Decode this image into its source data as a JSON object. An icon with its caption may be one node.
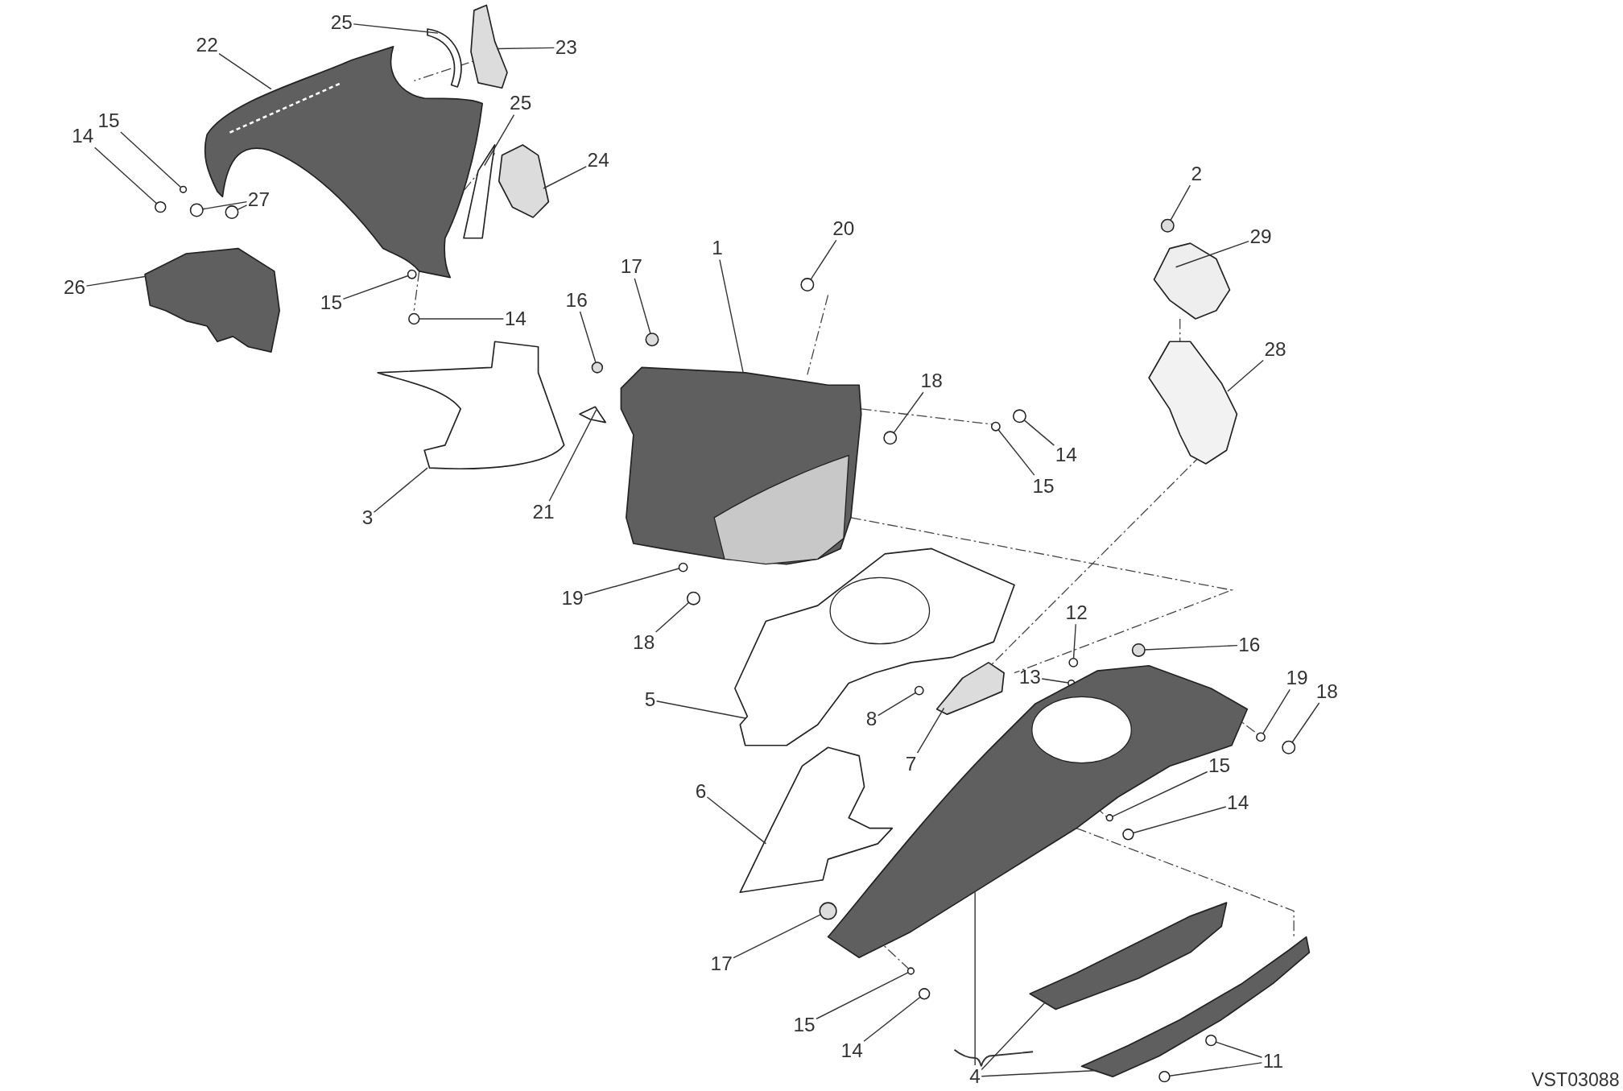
{
  "diagram": {
    "nodes": [
      {
        "text": [
          "25"
        ]
      },
      {
        "text": [
          "23"
        ]
      },
      {
        "text": [
          "22"
        ]
      },
      {
        "text": [
          "15"
        ]
      },
      {
        "text": [
          "14"
        ]
      },
      {
        "text": [
          "25"
        ]
      },
      {
        "text": [
          "24"
        ]
      },
      {
        "text": [
          "27"
        ]
      },
      {
        "text": [
          "26"
        ]
      },
      {
        "text": [
          "15"
        ]
      },
      {
        "text": [
          "14"
        ]
      },
      {
        "text": [
          "3"
        ]
      },
      {
        "text": [
          "21"
        ]
      },
      {
        "text": [
          "16"
        ]
      },
      {
        "text": [
          "17"
        ]
      },
      {
        "text": [
          "1"
        ]
      },
      {
        "text": [
          "20"
        ]
      },
      {
        "text": [
          "18"
        ]
      },
      {
        "text": [
          "14"
        ]
      },
      {
        "text": [
          "15"
        ]
      },
      {
        "text": [
          "19"
        ]
      },
      {
        "text": [
          "18"
        ]
      },
      {
        "text": [
          "5"
        ]
      },
      {
        "text": [
          "6"
        ]
      },
      {
        "text": [
          "2"
        ]
      },
      {
        "text": [
          "29"
        ]
      },
      {
        "text": [
          "28"
        ]
      },
      {
        "text": [
          "12"
        ]
      },
      {
        "text": [
          "16"
        ]
      },
      {
        "text": [
          "13"
        ]
      },
      {
        "text": [
          "8"
        ]
      },
      {
        "text": [
          "7"
        ]
      },
      {
        "text": [
          "19"
        ]
      },
      {
        "text": [
          "18"
        ]
      },
      {
        "text": [
          "15"
        ]
      },
      {
        "text": [
          "14"
        ]
      },
      {
        "text": [
          "17"
        ]
      },
      {
        "text": [
          "15"
        ]
      },
      {
        "text": [
          "14"
        ]
      },
      {
        "text": [
          "4"
        ]
      },
      {
        "text": [
          "11"
        ]
      },
      {
        "text": [],
        "shape": "picture"
      },
      {
        "text": [],
        "shape": "picture"
      },
      {
        "text": [],
        "shape": "picture"
      },
      {
        "text": [],
        "shape": "circle"
      },
      {
        "text": [],
        "shape": "circle"
      },
      {
        "text": [],
        "shape": "picture"
      },
      {
        "text": [],
        "shape": "picture"
      },
      {
        "text": [],
        "shape": "circle"
      },
      {
        "text": [],
        "shape": "circle"
      },
      {
        "text": [],
        "shape": "picture"
      },
      {
        "text": [],
        "shape": "circle"
      },
      {
        "text": [],
        "shape": "circle"
      },
      {
        "text": [],
        "shape": "picture"
      },
      {
        "text": [],
        "shape": "picture"
      },
      {
        "text": [],
        "shape": "circle"
      },
      {
        "text": [],
        "shape": "circle"
      },
      {
        "text": [],
        "shape": "picture"
      },
      {
        "text": [],
        "shape": "circle"
      },
      {
        "text": [],
        "shape": "circle"
      },
      {
        "text": [],
        "shape": "circle"
      },
      {
        "text": [],
        "shape": "circle"
      },
      {
        "text": [],
        "shape": "circle"
      },
      {
        "text": [],
        "shape": "circle"
      },
      {
        "text": [],
        "shape": "picture"
      },
      {
        "text": [],
        "shape": "picture"
      },
      {
        "text": [],
        "shape": "circle"
      },
      {
        "text": [],
        "shape": "picture"
      },
      {
        "text": [],
        "shape": "picture"
      },
      {
        "text": [],
        "shape": "circle"
      },
      {
        "text": [],
        "shape": "circle"
      },
      {
        "text": [],
        "shape": "circle"
      },
      {
        "text": [],
        "shape": "circle"
      },
      {
        "text": [],
        "shape": "picture"
      },
      {
        "text": [],
        "shape": "circle"
      },
      {
        "text": [],
        "shape": "circle"
      },
      {
        "text": [],
        "shape": "circle"
      },
      {
        "text": [],
        "shape": "circle"
      },
      {
        "text": [],
        "shape": "circle"
      },
      {
        "text": [],
        "shape": "circle"
      },
      {
        "text": [],
        "shape": "circle"
      },
      {
        "text": [],
        "shape": "picture"
      },
      {
        "text": [],
        "shape": "picture"
      },
      {
        "text": [],
        "shape": "picture"
      },
      {
        "text": [],
        "shape": "circle"
      },
      {
        "text": [],
        "shape": "circle"
      }
    ],
    "edges": [
      {
        "from": 0,
        "to": 41,
        "arrow": "none"
      },
      {
        "from": 1,
        "to": 42,
        "arrow": "none"
      },
      {
        "from": 2,
        "to": 43,
        "arrow": "none"
      },
      {
        "from": 3,
        "to": 44,
        "arrow": "none"
      },
      {
        "from": 4,
        "to": 45,
        "arrow": "none"
      },
      {
        "from": 5,
        "to": 46,
        "arrow": "none"
      },
      {
        "from": 6,
        "to": 47,
        "arrow": "none"
      },
      {
        "from": 7,
        "to": 48,
        "arrow": "none"
      },
      {
        "from": 7,
        "to": 49,
        "arrow": "none"
      },
      {
        "from": 8,
        "to": 50,
        "arrow": "none"
      },
      {
        "from": 9,
        "to": 51,
        "arrow": "none"
      },
      {
        "from": 10,
        "to": 52,
        "arrow": "none"
      },
      {
        "from": 11,
        "to": 53,
        "arrow": "none"
      },
      {
        "from": 12,
        "to": 54,
        "arrow": "none"
      },
      {
        "from": 13,
        "to": 55,
        "arrow": "none"
      },
      {
        "from": 14,
        "to": 56,
        "arrow": "none"
      },
      {
        "from": 15,
        "to": 57,
        "arrow": "none"
      },
      {
        "from": 16,
        "to": 58,
        "arrow": "none"
      },
      {
        "from": 17,
        "to": 59,
        "arrow": "none"
      },
      {
        "from": 18,
        "to": 60,
        "arrow": "none"
      },
      {
        "from": 19,
        "to": 61,
        "arrow": "none"
      },
      {
        "from": 20,
        "to": 62,
        "arrow": "none"
      },
      {
        "from": 21,
        "to": 63,
        "arrow": "none"
      },
      {
        "from": 22,
        "to": 64,
        "arrow": "none"
      },
      {
        "from": 23,
        "to": 65,
        "arrow": "none"
      },
      {
        "from": 24,
        "to": 66,
        "arrow": "none"
      },
      {
        "from": 25,
        "to": 67,
        "arrow": "none"
      },
      {
        "from": 26,
        "to": 68,
        "arrow": "none"
      },
      {
        "from": 27,
        "to": 69,
        "arrow": "none"
      },
      {
        "from": 28,
        "to": 70,
        "arrow": "none"
      },
      {
        "from": 29,
        "to": 71,
        "arrow": "none"
      },
      {
        "from": 30,
        "to": 72,
        "arrow": "none"
      },
      {
        "from": 31,
        "to": 73,
        "arrow": "none"
      },
      {
        "from": 32,
        "to": 74,
        "arrow": "none"
      },
      {
        "from": 33,
        "to": 75,
        "arrow": "none"
      },
      {
        "from": 34,
        "to": 76,
        "arrow": "none"
      },
      {
        "from": 35,
        "to": 77,
        "arrow": "none"
      },
      {
        "from": 36,
        "to": 78,
        "arrow": "none"
      },
      {
        "from": 37,
        "to": 79,
        "arrow": "none"
      },
      {
        "from": 38,
        "to": 80,
        "arrow": "none"
      },
      {
        "from": 39,
        "to": 81,
        "arrow": "none"
      },
      {
        "from": 39,
        "to": 82,
        "arrow": "none"
      },
      {
        "from": 39,
        "to": 83,
        "arrow": "none"
      },
      {
        "from": 40,
        "to": 84,
        "arrow": "none"
      },
      {
        "from": 40,
        "to": 85,
        "arrow": "none"
      }
    ],
    "labels": [
      "VST03088"
    ]
  }
}
